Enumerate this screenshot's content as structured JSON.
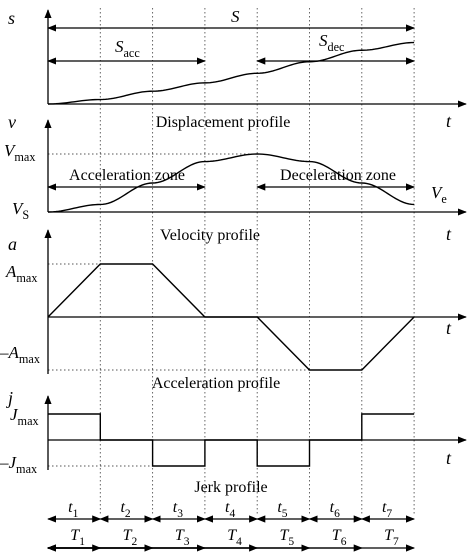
{
  "chart_data": [
    {
      "type": "line",
      "title": "Displacement profile",
      "ylabel": "s",
      "xlabel": "t",
      "annotations": {
        "total": "S",
        "acc": "S",
        "acc_sub": "acc",
        "dec": "S",
        "dec_sub": "dec"
      },
      "series": [
        {
          "x": [
            0,
            1,
            2,
            3,
            4,
            5,
            6,
            7
          ],
          "y": [
            0,
            0.07,
            0.2,
            0.33,
            0.48,
            0.66,
            0.84,
            0.96
          ]
        }
      ]
    },
    {
      "type": "line",
      "title": "Velocity profile",
      "ylabel": "v",
      "xlabel": "t",
      "yticks": [
        {
          "text": "V",
          "sub": "max",
          "value": 1
        },
        {
          "text": "V",
          "sub": "S",
          "value": 0
        }
      ],
      "annotations": {
        "acc_zone": "Acceleration zone",
        "dec_zone": "Deceleration zone",
        "end": "V",
        "end_sub": "e"
      },
      "series": [
        {
          "x": [
            0,
            1,
            2,
            3,
            4,
            5,
            6,
            7
          ],
          "y": [
            0,
            0.13,
            0.5,
            0.87,
            1,
            0.87,
            0.5,
            0.13
          ]
        }
      ]
    },
    {
      "type": "line",
      "title": "Acceleration profile",
      "ylabel": "a",
      "xlabel": "t",
      "yticks": [
        {
          "text": "A",
          "sub": "max",
          "value": 1
        },
        {
          "text": "–A",
          "sub": "max",
          "value": -1
        }
      ],
      "series": [
        {
          "x": [
            0,
            1,
            2,
            3,
            4,
            5,
            6,
            7
          ],
          "y": [
            0,
            1,
            1,
            0,
            0,
            -1,
            -1,
            0
          ]
        }
      ]
    },
    {
      "type": "line",
      "title": "Jerk profile",
      "ylabel": "j",
      "xlabel": "t",
      "yticks": [
        {
          "text": "J",
          "sub": "max",
          "value": 1
        },
        {
          "text": "–J",
          "sub": "max",
          "value": -1
        }
      ],
      "series": [
        {
          "x": [
            0,
            1,
            1,
            2,
            2,
            3,
            3,
            4,
            4,
            5,
            5,
            6,
            6,
            7
          ],
          "y": [
            1,
            1,
            0,
            0,
            -1,
            -1,
            0,
            0,
            -1,
            -1,
            0,
            0,
            1,
            1
          ]
        }
      ]
    }
  ],
  "intervals": {
    "t_labels": [
      {
        "text": "t",
        "sub": "1"
      },
      {
        "text": "t",
        "sub": "2"
      },
      {
        "text": "t",
        "sub": "3"
      },
      {
        "text": "t",
        "sub": "4"
      },
      {
        "text": "t",
        "sub": "5"
      },
      {
        "text": "t",
        "sub": "6"
      },
      {
        "text": "t",
        "sub": "7"
      }
    ],
    "T_labels": [
      {
        "text": "T",
        "sub": "1"
      },
      {
        "text": "T",
        "sub": "2"
      },
      {
        "text": "T",
        "sub": "3"
      },
      {
        "text": "T",
        "sub": "4"
      },
      {
        "text": "T",
        "sub": "5"
      },
      {
        "text": "T",
        "sub": "6"
      },
      {
        "text": "T",
        "sub": "7"
      }
    ]
  }
}
